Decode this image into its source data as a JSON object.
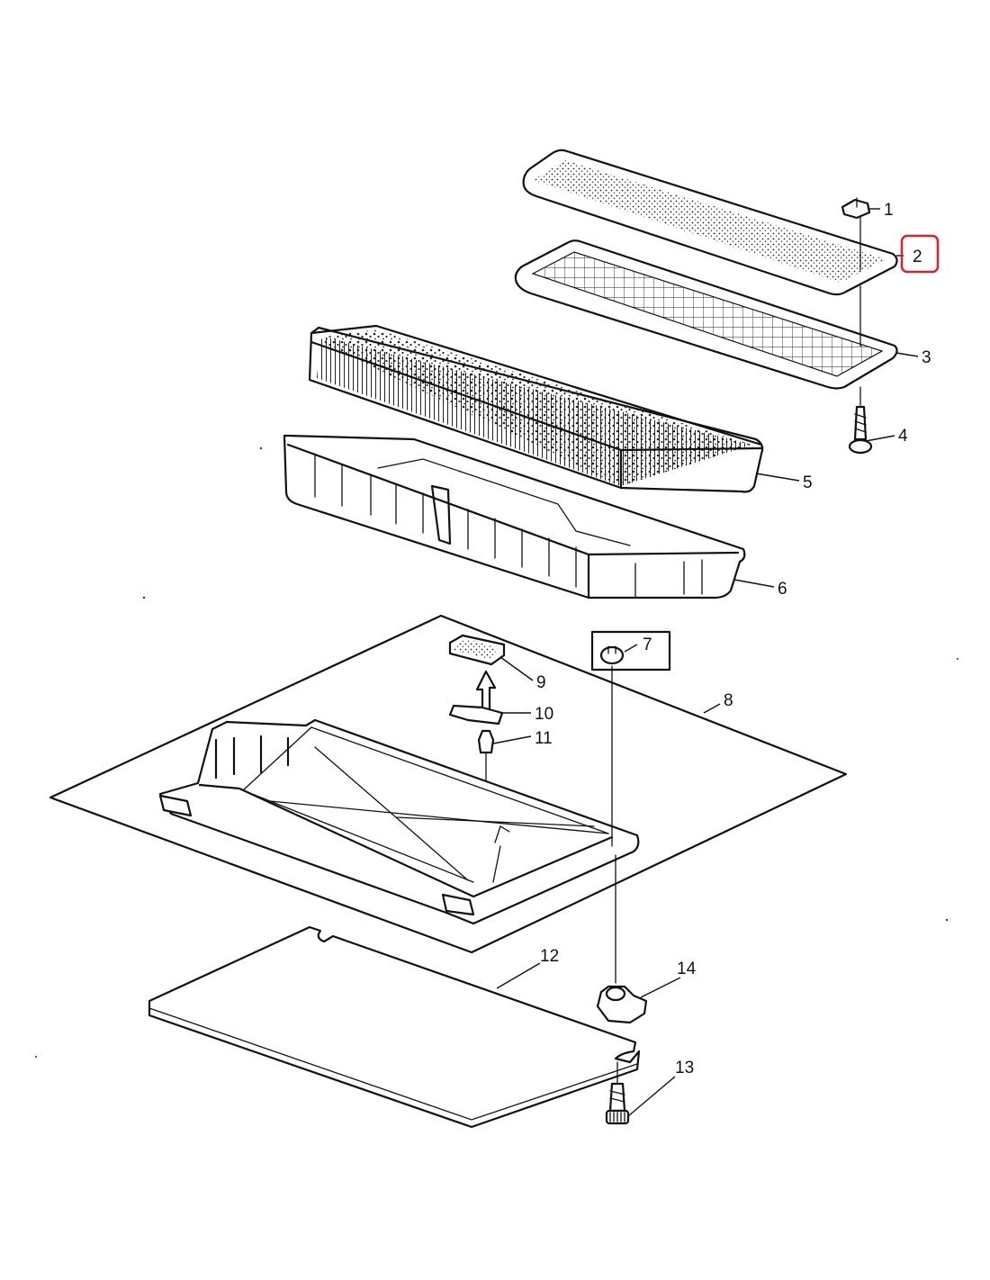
{
  "callouts": [
    {
      "id": "1",
      "label": "1"
    },
    {
      "id": "2",
      "label": "2",
      "highlighted": true
    },
    {
      "id": "3",
      "label": "3"
    },
    {
      "id": "4",
      "label": "4"
    },
    {
      "id": "5",
      "label": "5"
    },
    {
      "id": "6",
      "label": "6"
    },
    {
      "id": "7",
      "label": "7"
    },
    {
      "id": "8",
      "label": "8"
    },
    {
      "id": "9",
      "label": "9"
    },
    {
      "id": "10",
      "label": "10"
    },
    {
      "id": "11",
      "label": "11"
    },
    {
      "id": "12",
      "label": "12"
    },
    {
      "id": "13",
      "label": "13"
    },
    {
      "id": "14",
      "label": "14"
    }
  ],
  "colors": {
    "line": "#111111",
    "highlight": "#e0202a",
    "background": "#ffffff"
  }
}
